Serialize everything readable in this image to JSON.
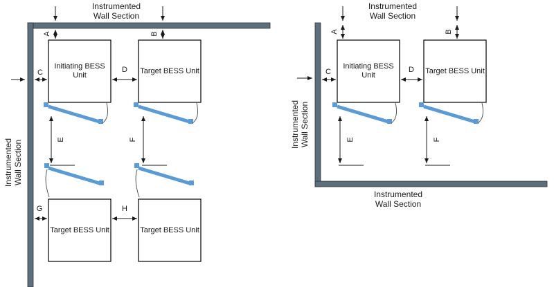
{
  "figure": {
    "wall_label_line1": "Instrumented",
    "wall_label_line2": "Wall Section",
    "initiating_unit": "Initiating BESS Unit",
    "target_unit": "Target BESS Unit"
  },
  "colors": {
    "wall": "#5b6f7d",
    "vent": "#5b9bd5"
  },
  "left_diagram": {
    "dims": {
      "a": "A",
      "b": "B",
      "c": "C",
      "d": "D",
      "e": "E",
      "f": "F",
      "g": "G",
      "h": "H"
    }
  },
  "right_diagram": {
    "dims": {
      "a": "A",
      "b": "B",
      "c": "C",
      "d": "D",
      "e": "E",
      "f": "F"
    }
  }
}
